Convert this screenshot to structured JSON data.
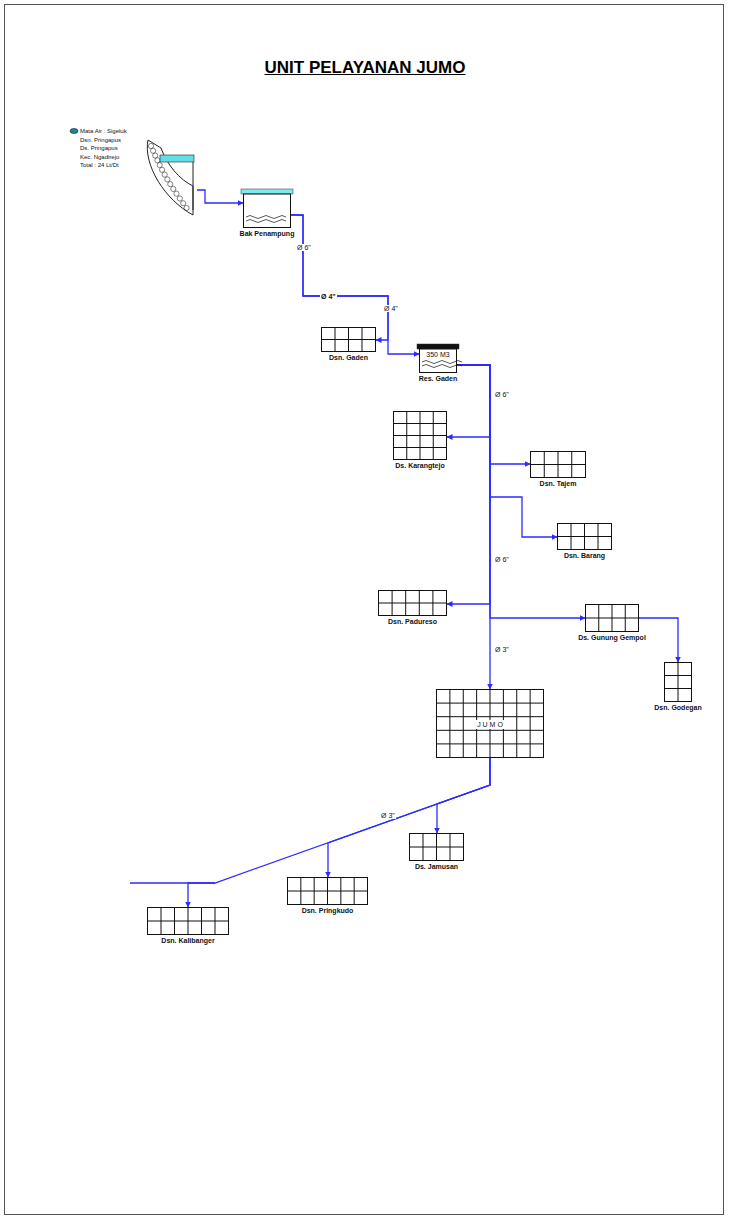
{
  "diagram": {
    "title": "UNIT PELAYANAN JUMO",
    "nodes": [
      {
        "text": [
          "Mata Air : Sigeluk",
          "Dsn. Pringapus",
          "Ds. Pringapus",
          "Kec. Ngadirejo",
          "Total : 24  Lt/Dt"
        ]
      },
      {
        "text": [
          "Bak Penampung"
        ]
      },
      {
        "text": [
          "Dsn. Gaden"
        ]
      },
      {
        "text": [
          "350 M3",
          "Res. Gaden"
        ]
      },
      {
        "text": [
          "Ds. Karangtejo"
        ]
      },
      {
        "text": [
          "Dsn. Tajem"
        ]
      },
      {
        "text": [
          "Dsn. Barang"
        ]
      },
      {
        "text": [
          "Dsn. Padureso"
        ]
      },
      {
        "text": [
          "Ds. Gunung Gempol"
        ]
      },
      {
        "text": [
          "Dsn. Godegan"
        ]
      },
      {
        "text": [
          "J U M O"
        ]
      },
      {
        "text": [
          "Ds. Jamusan"
        ]
      },
      {
        "text": [
          "Dsn. Pringkudo"
        ]
      },
      {
        "text": [
          "Dsn. Kalibanger"
        ]
      }
    ],
    "edges": [
      {
        "from": 0,
        "to": 1,
        "arrow": "to"
      },
      {
        "from": 1,
        "to": 2,
        "arrow": "to"
      },
      {
        "from": 1,
        "to": 3,
        "arrow": "to"
      },
      {
        "from": 3,
        "to": 4,
        "arrow": "to"
      },
      {
        "from": 3,
        "to": 5,
        "arrow": "to"
      },
      {
        "from": 3,
        "to": 6,
        "arrow": "to"
      },
      {
        "from": 3,
        "to": 7,
        "arrow": "to"
      },
      {
        "from": 3,
        "to": 8,
        "arrow": "to"
      },
      {
        "from": 8,
        "to": 9,
        "arrow": "to"
      },
      {
        "from": 3,
        "to": 10,
        "arrow": "to"
      },
      {
        "from": 10,
        "to": 11,
        "arrow": "to"
      },
      {
        "from": 10,
        "to": 12,
        "arrow": "to"
      },
      {
        "from": 10,
        "to": 13,
        "arrow": "to"
      }
    ],
    "labels": [
      "Ø 6\"",
      "Ø 4\"",
      "Ø 4\"",
      "Ø 6\"",
      "Ø 6\"",
      "Ø 3\"",
      "Ø 3\""
    ]
  }
}
